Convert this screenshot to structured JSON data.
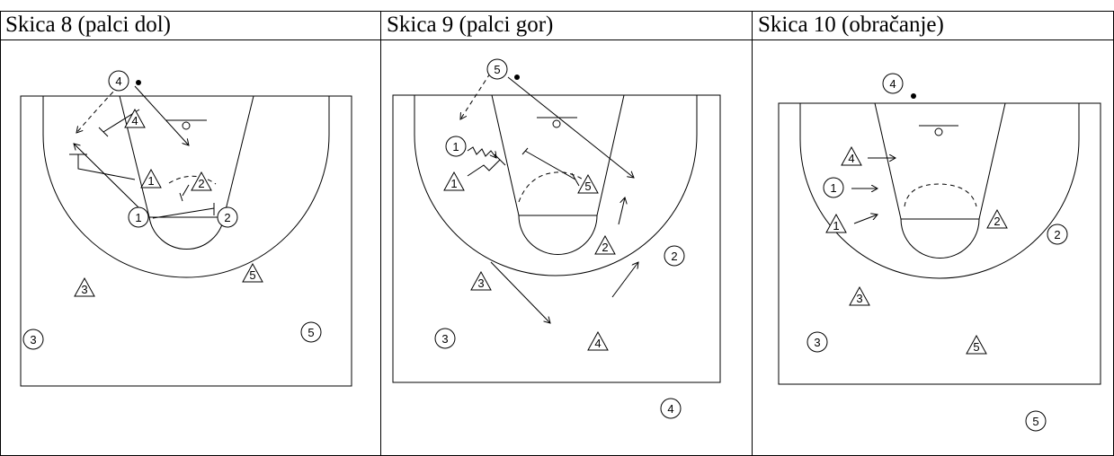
{
  "panels": [
    {
      "title": "Skica 8 (palci dol)"
    },
    {
      "title": "Skica 9 (palci gor)"
    },
    {
      "title": "Skica 10 (obračanje)"
    }
  ],
  "colors": {
    "ink": "#000000",
    "background": "#ffffff"
  },
  "icons": {
    "offense": "circled-number",
    "defense": "triangle-number",
    "ball": "filled-dot",
    "pass": "dashed-arrow",
    "cut": "solid-arrow",
    "dribble": "zigzag-arrow",
    "screen": "t-bar-line"
  },
  "diagrams": [
    {
      "offense": [
        "1",
        "2",
        "3",
        "4",
        "5"
      ],
      "defense": [
        "1",
        "2",
        "3",
        "4",
        "5"
      ],
      "ball_with": "4"
    },
    {
      "offense": [
        "1",
        "2",
        "3",
        "4",
        "5"
      ],
      "defense": [
        "1",
        "2",
        "3",
        "4",
        "5"
      ],
      "ball_with": "5"
    },
    {
      "offense": [
        "1",
        "2",
        "3",
        "4",
        "5"
      ],
      "defense": [
        "1",
        "2",
        "3",
        "4",
        "5"
      ],
      "ball_with": "4"
    }
  ]
}
